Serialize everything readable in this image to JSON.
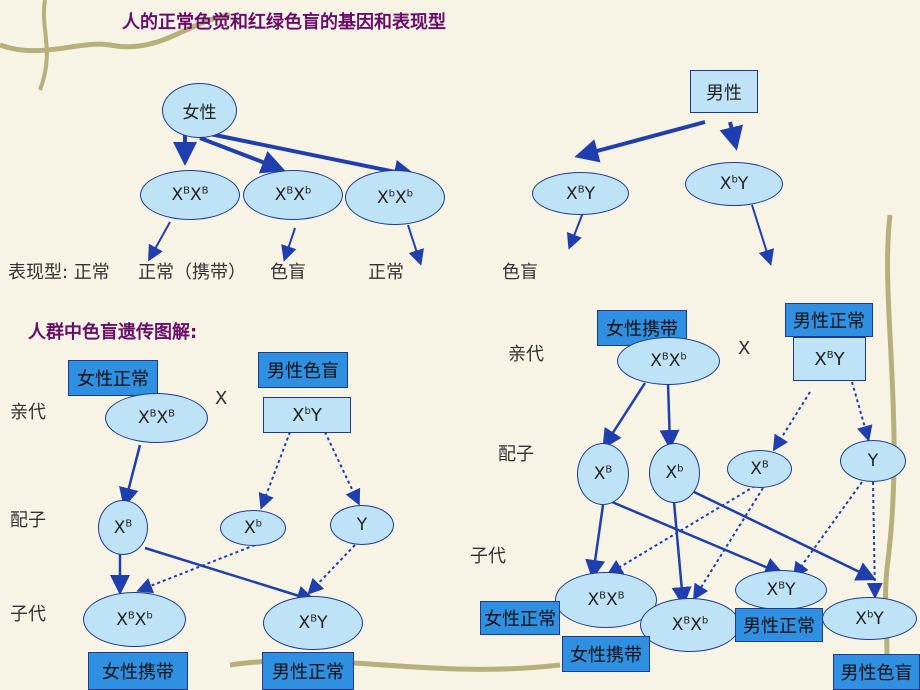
{
  "top_title": "人的正常色觉和红绿色盲的基因和表现型",
  "female": "女性",
  "male": "男性",
  "genotypes_top": {
    "g1": {
      "base1": "X",
      "sup1": "B",
      "base2": "X",
      "sup2": "B"
    },
    "g2": {
      "base1": "X",
      "sup1": "B",
      "base2": "X",
      "sup2": "b"
    },
    "g3": {
      "base1": "X",
      "sup1": "b",
      "base2": "X",
      "sup2": "b"
    },
    "g4": {
      "base1": "X",
      "sup1": "B",
      "base2": "Y",
      "sup2": ""
    },
    "g5": {
      "base1": "X",
      "sup1": "b",
      "base2": "Y",
      "sup2": ""
    }
  },
  "phenotype_row": {
    "label": "表现型: 正常",
    "carrier": "正常（携带）",
    "blind1": "色盲",
    "normal2": "正常",
    "blind2": "色盲"
  },
  "section_title": "人群中色盲遗传图解:",
  "left": {
    "parents_label": "亲代",
    "gametes_label": "配子",
    "offspring_label": "子代",
    "mother_box": "女性正常",
    "father_box": "男性色盲",
    "cross": "X",
    "mother": {
      "b1": "X",
      "s1": "B",
      "b2": "X",
      "s2": "B"
    },
    "father": {
      "b1": "X",
      "s1": "b",
      "b2": "Y",
      "s2": ""
    },
    "gam1": {
      "b": "X",
      "s": "B"
    },
    "gam2": {
      "b": "X",
      "s": "b"
    },
    "gam3": {
      "b": "Y",
      "s": ""
    },
    "off1": {
      "b1": "X",
      "s1": "B",
      "b2": "X",
      "s2": "b"
    },
    "off2": {
      "b1": "X",
      "s1": "B",
      "b2": "Y",
      "s2": ""
    },
    "off1_box": "女性携带",
    "off2_box": "男性正常"
  },
  "right": {
    "parents_label": "亲代",
    "gametes_label": "配子",
    "offspring_label": "子代",
    "mother_box": "女性携带",
    "father_box": "男性正常",
    "cross": "X",
    "mother": {
      "b1": "X",
      "s1": "B",
      "b2": "X",
      "s2": "b"
    },
    "father": {
      "b1": "X",
      "s1": "B",
      "b2": "Y",
      "s2": ""
    },
    "gam1": {
      "b": "X",
      "s": "B"
    },
    "gam2": {
      "b": "X",
      "s": "b"
    },
    "gam3": {
      "b": "X",
      "s": "B"
    },
    "gam4": {
      "b": "Y",
      "s": ""
    },
    "off1": {
      "b1": "X",
      "s1": "B",
      "b2": "X",
      "s2": "B"
    },
    "off2": {
      "b1": "X",
      "s1": "B",
      "b2": "X",
      "s2": "b"
    },
    "off3": {
      "b1": "X",
      "s1": "B",
      "b2": "Y",
      "s2": ""
    },
    "off4": {
      "b1": "X",
      "s1": "b",
      "b2": "Y",
      "s2": ""
    },
    "off1_box": "女性正常",
    "off2_box": "女性携带",
    "off3_box": "男性正常",
    "off4_box": "男性色盲"
  },
  "colors": {
    "arrow": "#1f3fb0",
    "ellipse": "#bfe3f6",
    "box_blue": "#2f8fe0",
    "title": "#6a0d6a"
  }
}
